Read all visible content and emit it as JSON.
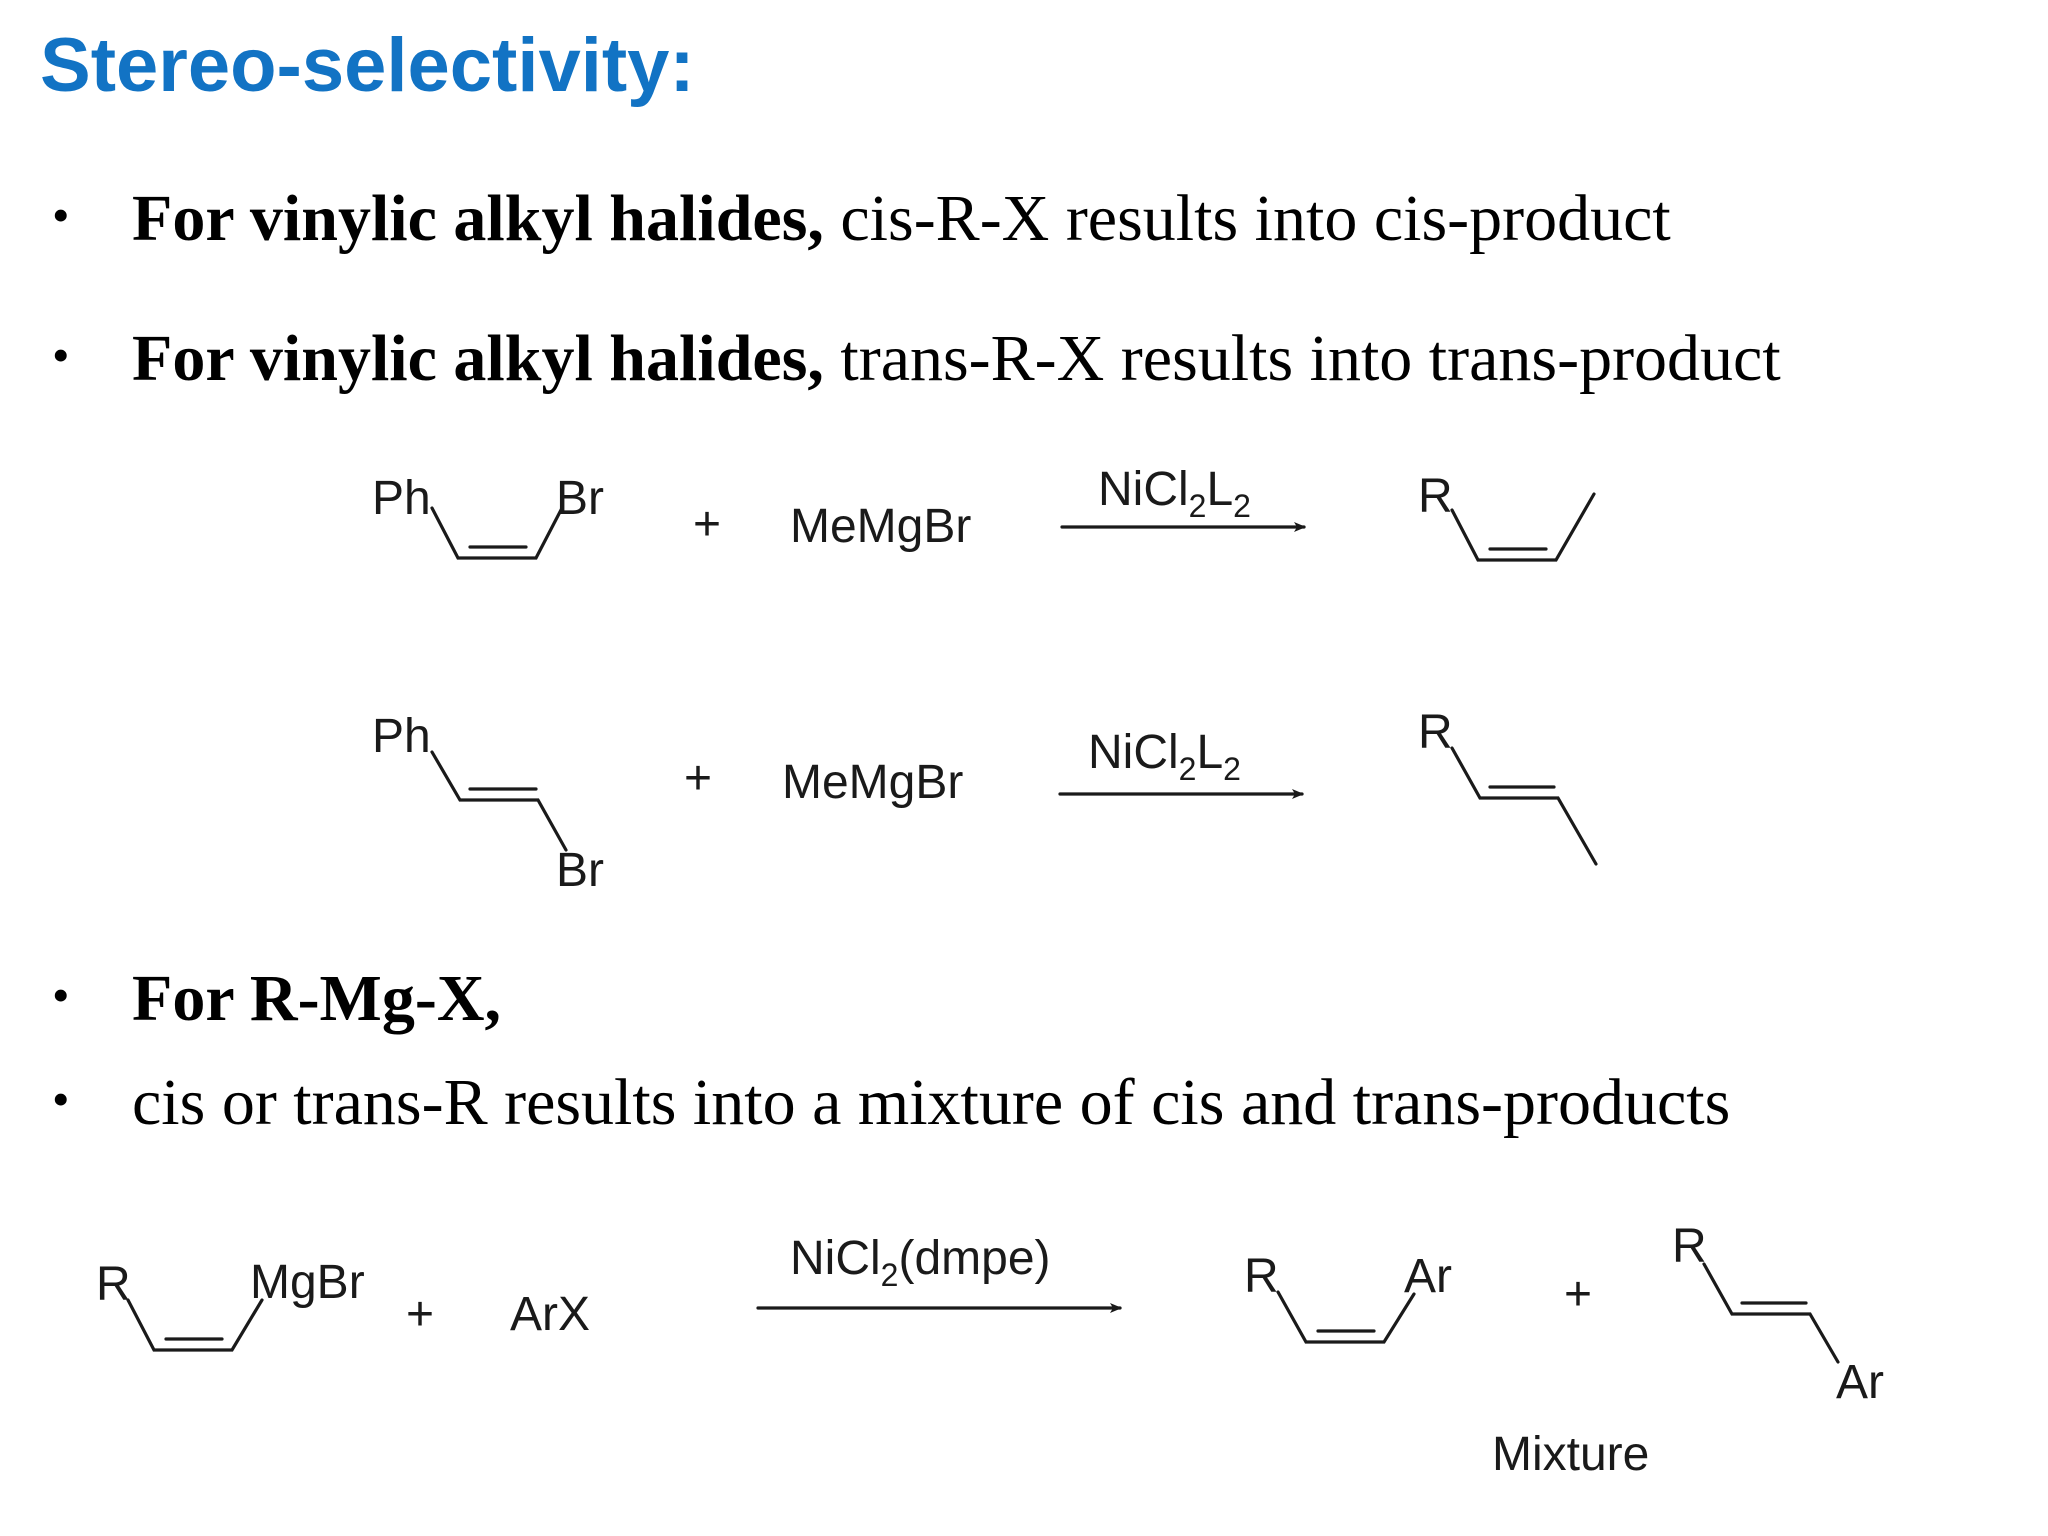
{
  "title": "Stereo-selectivity:",
  "bullets": [
    {
      "bold": "For vinylic alkyl halides,",
      "rest": " cis-R-X results into cis-product"
    },
    {
      "bold": "For vinylic alkyl halides,",
      "rest": " trans-R-X results into trans-product"
    },
    {
      "bold": "For R-Mg-X,",
      "rest": ""
    },
    {
      "bold": "",
      "rest": "cis or trans-R results into a mixture of cis and trans-products"
    }
  ],
  "reaction1": {
    "sub1": "Ph",
    "sub2": "Br",
    "plus": "+",
    "reagent": "MeMgBr",
    "cat_main": "NiCl",
    "cat_sub1": "2",
    "cat_L": "L",
    "cat_sub2": "2",
    "product_sub": "R"
  },
  "reaction2": {
    "sub1": "Ph",
    "sub2": "Br",
    "plus": "+",
    "reagent": "MeMgBr",
    "cat_main": "NiCl",
    "cat_sub1": "2",
    "cat_L": "L",
    "cat_sub2": "2",
    "product_sub": "R"
  },
  "reaction3": {
    "sub1": "R",
    "sub2": "MgBr",
    "plus": "+",
    "reagent": "ArX",
    "cat_main": "NiCl",
    "cat_sub1": "2",
    "cat_rest": "(dmpe)",
    "prod1_r": "R",
    "prod1_ar": "Ar",
    "plus2": "+",
    "prod2_r": "R",
    "prod2_ar": "Ar",
    "mixture_label": "Mixture"
  }
}
